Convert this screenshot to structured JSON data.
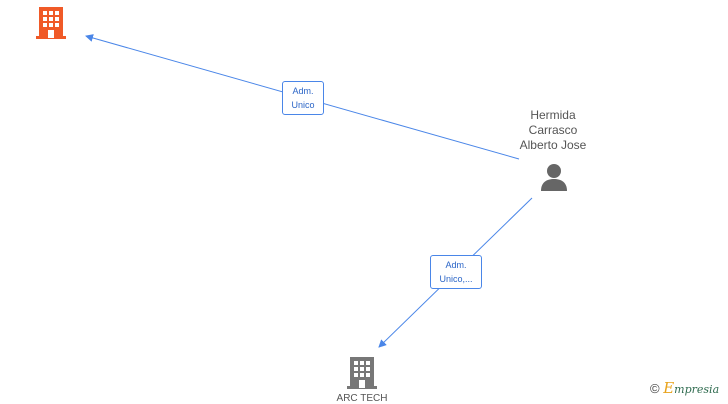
{
  "person": {
    "name_lines": [
      "Hermida",
      "Carrasco",
      "Alberto Jose"
    ]
  },
  "edges": [
    {
      "label_lines": [
        "Adm.",
        "Unico"
      ]
    },
    {
      "label_lines": [
        "Adm.",
        "Unico,..."
      ]
    }
  ],
  "companies": [
    {
      "name": "",
      "color": "#f05a28",
      "icon": "building-icon"
    },
    {
      "name": "ARC TECH",
      "color": "#777777",
      "icon": "building-icon"
    }
  ],
  "watermark": {
    "symbol": "©",
    "brand_initial": "E",
    "brand_rest": "mpresia"
  },
  "colors": {
    "edge": "#4a86e8",
    "person": "#666666"
  }
}
